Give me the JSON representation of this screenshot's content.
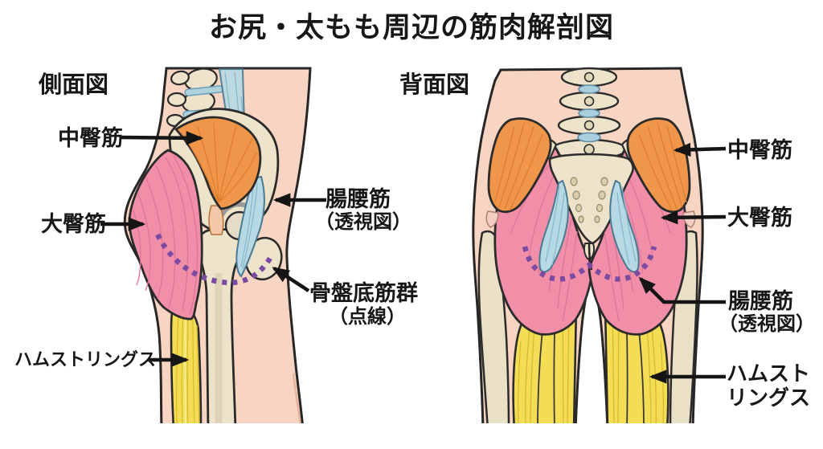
{
  "title": "お尻・太もも周辺の筋肉解剖図",
  "side_view": {
    "heading": "側面図",
    "labels": {
      "gluteus_medius": "中臀筋",
      "gluteus_maximus": "大臀筋",
      "hamstrings": "ハムストリングス",
      "iliopsoas": "腸腰筋",
      "iliopsoas_note": "（透視図）",
      "pelvic_floor": "骨盤底筋群",
      "pelvic_floor_note": "（点線）"
    }
  },
  "back_view": {
    "heading": "背面図",
    "labels": {
      "gluteus_medius": "中臀筋",
      "gluteus_maximus": "大臀筋",
      "iliopsoas": "腸腰筋",
      "iliopsoas_note": "（透視図）",
      "hamstrings_line1": "ハムスト",
      "hamstrings_line2": "リングス"
    }
  },
  "legend_colors": {
    "gluteus_medius": "#f0964a",
    "gluteus_maximus": "#f18fa9",
    "hamstrings": "#f3dd55",
    "iliopsoas": "#b7d9e3",
    "bone": "#ece3ca",
    "skin": "#f8d5c2",
    "pelvic_floor_dots": "#7b4ba1",
    "outline": "#262626"
  }
}
